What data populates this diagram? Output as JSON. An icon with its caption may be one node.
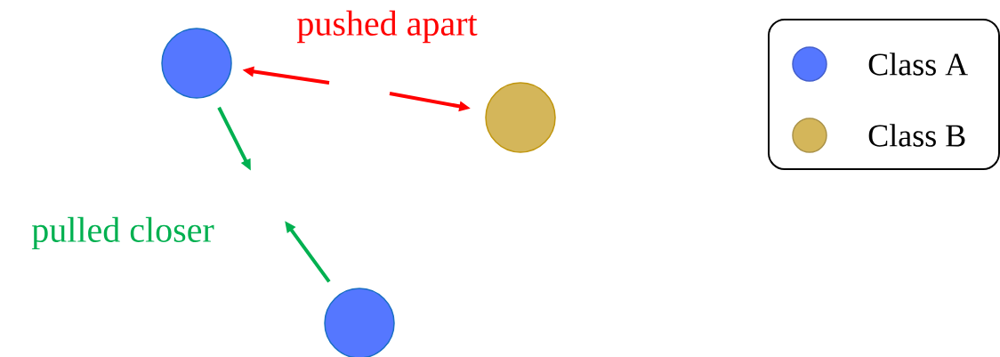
{
  "diagram": {
    "nodes": [
      {
        "text": [],
        "shape": "circle"
      },
      {
        "text": [],
        "shape": "circle"
      },
      {
        "text": [],
        "shape": "circle"
      }
    ],
    "edges": [
      {
        "from": null,
        "to": 0,
        "arrow": "to",
        "color": "#ff0000"
      },
      {
        "from": null,
        "to": 1,
        "arrow": "to",
        "color": "#ff0000"
      },
      {
        "from": 0,
        "to": null,
        "arrow": "to",
        "color": "#00b050"
      },
      {
        "from": 2,
        "to": null,
        "arrow": "to",
        "color": "#00b050"
      }
    ],
    "labels": [
      "pushed apart",
      "pulled closer"
    ],
    "legend": [
      {
        "text": "Class A",
        "color": "#5577ff"
      },
      {
        "text": "Class B",
        "color": "#d4b65a"
      }
    ]
  }
}
